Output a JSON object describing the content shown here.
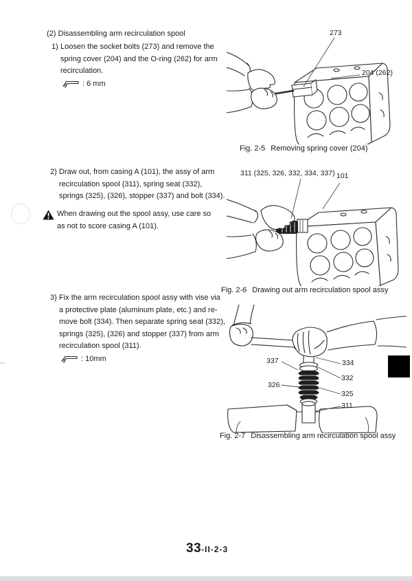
{
  "colors": {
    "ink": "#1a1a1a",
    "drawing_line": "#2a2a2a",
    "tab_marker": "#000000",
    "spring_fill": "#1f1f1f"
  },
  "icons": {
    "tool": "hex-key-icon",
    "warning": "warning-triangle-icon"
  },
  "heading": "(2) Disassembling arm recirculation spool",
  "steps": [
    {
      "num": "1)",
      "lines": [
        "Loosen the socket bolts (273) and remove the",
        "spring cover (204) and the O-ring (262) for arm",
        "recirculation."
      ],
      "tool": ": 6 mm"
    },
    {
      "num": "2)",
      "lines": [
        "Draw out, from casing A (101), the assy of arm",
        "recirculation spool (311), spring seat (332),",
        "springs (325), (326), stopper (337) and bolt (334)."
      ]
    },
    {
      "num": "3)",
      "lines": [
        "Fix the arm recirculation spool assy with vise via",
        "a protective plate (aluminum plate, etc.) and re-",
        "move bolt (334). Then separate spring seat (332),",
        "springs (325), (326) and stopper (337) from arm",
        "recirculation spool (311)."
      ],
      "tool": ": 10mm"
    }
  ],
  "warning": {
    "lines": [
      "When drawing out the spool assy, use care so",
      "as not to score casing A (101)."
    ]
  },
  "figures": [
    {
      "fig": "Fig. 2-5",
      "title": "Removing spring cover (204)",
      "labels": {
        "bolt": "273",
        "cover": "204 (262)"
      }
    },
    {
      "fig": "Fig. 2-6",
      "title": "Drawing out arm recirculation spool assy",
      "labels": {
        "assy": "311 (325, 326, 332, 334, 337)",
        "casing": "101"
      }
    },
    {
      "fig": "Fig. 2-7",
      "title": "Disassembling arm recirculation spool assy",
      "labels": {
        "l337": "337",
        "l326": "326",
        "l334": "334",
        "l332": "332",
        "l325": "325",
        "l311": "311"
      }
    }
  ],
  "footer": {
    "page_main": "33",
    "page_suffix": "-II-2-3"
  }
}
